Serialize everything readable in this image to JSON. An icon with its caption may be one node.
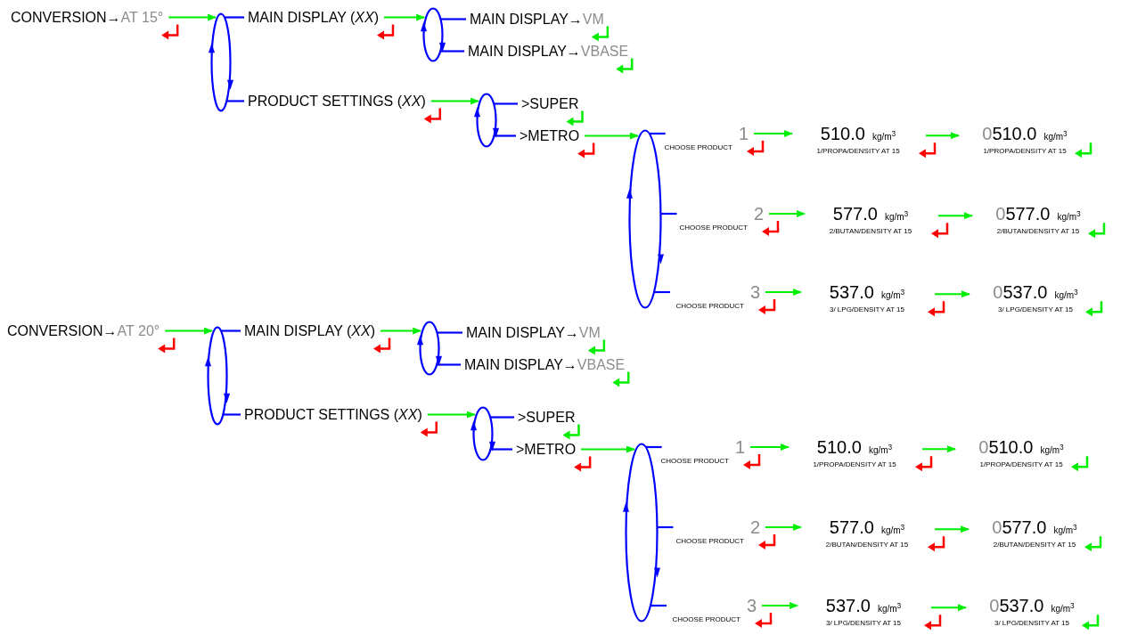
{
  "diagram": {
    "nodes": [
      {
        "text": [
          "CONVERSION→",
          "AT 15°"
        ]
      },
      {
        "text": [],
        "shape": "circle"
      },
      {
        "text": [
          "MAIN DISPLAY (*XX*)"
        ]
      },
      {
        "text": [],
        "shape": "circle"
      },
      {
        "text": [
          "MAIN DISPLAY→",
          "VM"
        ]
      },
      {
        "text": [
          "MAIN DISPLAY→",
          "VBASE"
        ]
      },
      {
        "text": [
          "PRODUCT SETTINGS (*XX*)"
        ]
      },
      {
        "text": [],
        "shape": "circle"
      },
      {
        "text": [
          ">SUPER"
        ]
      },
      {
        "text": [
          ">METRO"
        ]
      },
      {
        "text": [],
        "shape": "circle"
      },
      {
        "text": [
          "1",
          "CHOOSE PRODUCT"
        ]
      },
      {
        "text": [
          "510.0",
          "kg/m$^{3}$",
          "1/PROPA/DENSITY AT 15"
        ]
      },
      {
        "text": [
          "0",
          "510.0",
          "kg/m$^{3}$",
          "1/PROPA/DENSITY AT 15"
        ]
      },
      {
        "text": [
          "2",
          "CHOOSE PRODUCT"
        ]
      },
      {
        "text": [
          "577.0",
          "kg/m$^{3}$",
          "2/BUTAN/DENSITY AT 15"
        ]
      },
      {
        "text": [
          "0",
          "577.0",
          "kg/m$^{3}$",
          "2/BUTAN/DENSITY AT 15"
        ]
      },
      {
        "text": [
          "3",
          "CHOOSE PRODUCT"
        ]
      },
      {
        "text": [
          "537.0",
          "kg/m$^{3}$",
          "3/ LPG/DENSITY AT 15"
        ]
      },
      {
        "text": [
          "0",
          "537.0",
          "kg/m$^{3}$",
          "3/ LPG/DENSITY AT 15"
        ]
      },
      {
        "text": [
          "CONVERSION→",
          "AT 20°"
        ]
      },
      {
        "text": [],
        "shape": "circle"
      },
      {
        "text": [
          "MAIN DISPLAY (*XX*)"
        ]
      },
      {
        "text": [],
        "shape": "circle"
      },
      {
        "text": [
          "MAIN DISPLAY→",
          "VM"
        ]
      },
      {
        "text": [
          "MAIN DISPLAY→",
          "VBASE"
        ]
      },
      {
        "text": [
          "PRODUCT SETTINGS (*XX*)"
        ]
      },
      {
        "text": [],
        "shape": "circle"
      },
      {
        "text": [
          ">SUPER"
        ]
      },
      {
        "text": [
          ">METRO"
        ]
      },
      {
        "text": [],
        "shape": "circle"
      },
      {
        "text": [
          "1",
          "CHOOSE PRODUCT"
        ]
      },
      {
        "text": [
          "510.0",
          "kg/m$^{3}$",
          "1/PROPA/DENSITY AT 15"
        ]
      },
      {
        "text": [
          "0",
          "510.0",
          "kg/m$^{3}$",
          "1/PROPA/DENSITY AT 15"
        ]
      },
      {
        "text": [
          "2",
          "CHOOSE PRODUCT"
        ]
      },
      {
        "text": [
          "577.0",
          "kg/m$^{3}$",
          "2/BUTAN/DENSITY AT 15"
        ]
      },
      {
        "text": [
          "0",
          "577.0",
          "kg/m$^{3}$",
          "2/BUTAN/DENSITY AT 15"
        ]
      },
      {
        "text": [
          "3",
          "CHOOSE PRODUCT"
        ]
      },
      {
        "text": [
          "537.0",
          "kg/m$^{3}$",
          "3/ LPG/DENSITY AT 15"
        ]
      },
      {
        "text": [
          "0",
          "537.0",
          "kg/m$^{3}$",
          "3/ LPG/DENSITY AT 15"
        ]
      }
    ],
    "edges": [
      {
        "from": 0,
        "to": 1,
        "arrow": "to"
      },
      {
        "from": 1,
        "to": 2,
        "arrow": "none",
        "color": "#0000ff"
      },
      {
        "from": 1,
        "to": 6,
        "arrow": "none",
        "color": "#0000ff"
      },
      {
        "from": 2,
        "to": 3,
        "arrow": "to"
      },
      {
        "from": 3,
        "to": 4,
        "arrow": "none",
        "color": "#0000ff"
      },
      {
        "from": 3,
        "to": 5,
        "arrow": "none",
        "color": "#0000ff"
      },
      {
        "from": 6,
        "to": 7,
        "arrow": "to"
      },
      {
        "from": 7,
        "to": 8,
        "arrow": "none",
        "color": "#0000ff"
      },
      {
        "from": 7,
        "to": 9,
        "arrow": "none",
        "color": "#0000ff"
      },
      {
        "from": 9,
        "to": 10,
        "arrow": "to"
      },
      {
        "from": 10,
        "to": 11,
        "arrow": "none",
        "color": "#0000ff"
      },
      {
        "from": 10,
        "to": 14,
        "arrow": "none",
        "color": "#0000ff"
      },
      {
        "from": 10,
        "to": 17,
        "arrow": "none",
        "color": "#0000ff"
      },
      {
        "from": 11,
        "to": 12,
        "arrow": "to"
      },
      {
        "from": 12,
        "to": 13,
        "arrow": "to"
      },
      {
        "from": 14,
        "to": 15,
        "arrow": "to"
      },
      {
        "from": 15,
        "to": 16,
        "arrow": "to"
      },
      {
        "from": 17,
        "to": 18,
        "arrow": "to"
      },
      {
        "from": 18,
        "to": 19,
        "arrow": "to"
      },
      {
        "from": 20,
        "to": 21,
        "arrow": "to"
      },
      {
        "from": 21,
        "to": 22,
        "arrow": "none",
        "color": "#0000ff"
      },
      {
        "from": 21,
        "to": 26,
        "arrow": "none",
        "color": "#0000ff"
      },
      {
        "from": 22,
        "to": 23,
        "arrow": "to"
      },
      {
        "from": 23,
        "to": 24,
        "arrow": "none",
        "color": "#0000ff"
      },
      {
        "from": 23,
        "to": 25,
        "arrow": "none",
        "color": "#0000ff"
      },
      {
        "from": 26,
        "to": 27,
        "arrow": "to"
      },
      {
        "from": 27,
        "to": 28,
        "arrow": "none",
        "color": "#0000ff"
      },
      {
        "from": 27,
        "to": 29,
        "arrow": "none",
        "color": "#0000ff"
      },
      {
        "from": 29,
        "to": 30,
        "arrow": "to"
      },
      {
        "from": 30,
        "to": 31,
        "arrow": "none",
        "color": "#0000ff"
      },
      {
        "from": 30,
        "to": 34,
        "arrow": "none",
        "color": "#0000ff"
      },
      {
        "from": 30,
        "to": 37,
        "arrow": "none",
        "color": "#0000ff"
      },
      {
        "from": 31,
        "to": 32,
        "arrow": "to"
      },
      {
        "from": 32,
        "to": 33,
        "arrow": "to"
      },
      {
        "from": 34,
        "to": 35,
        "arrow": "to"
      },
      {
        "from": 35,
        "to": 36,
        "arrow": "to"
      },
      {
        "from": 37,
        "to": 38,
        "arrow": "to"
      },
      {
        "from": 38,
        "to": 39,
        "arrow": "to"
      }
    ]
  }
}
